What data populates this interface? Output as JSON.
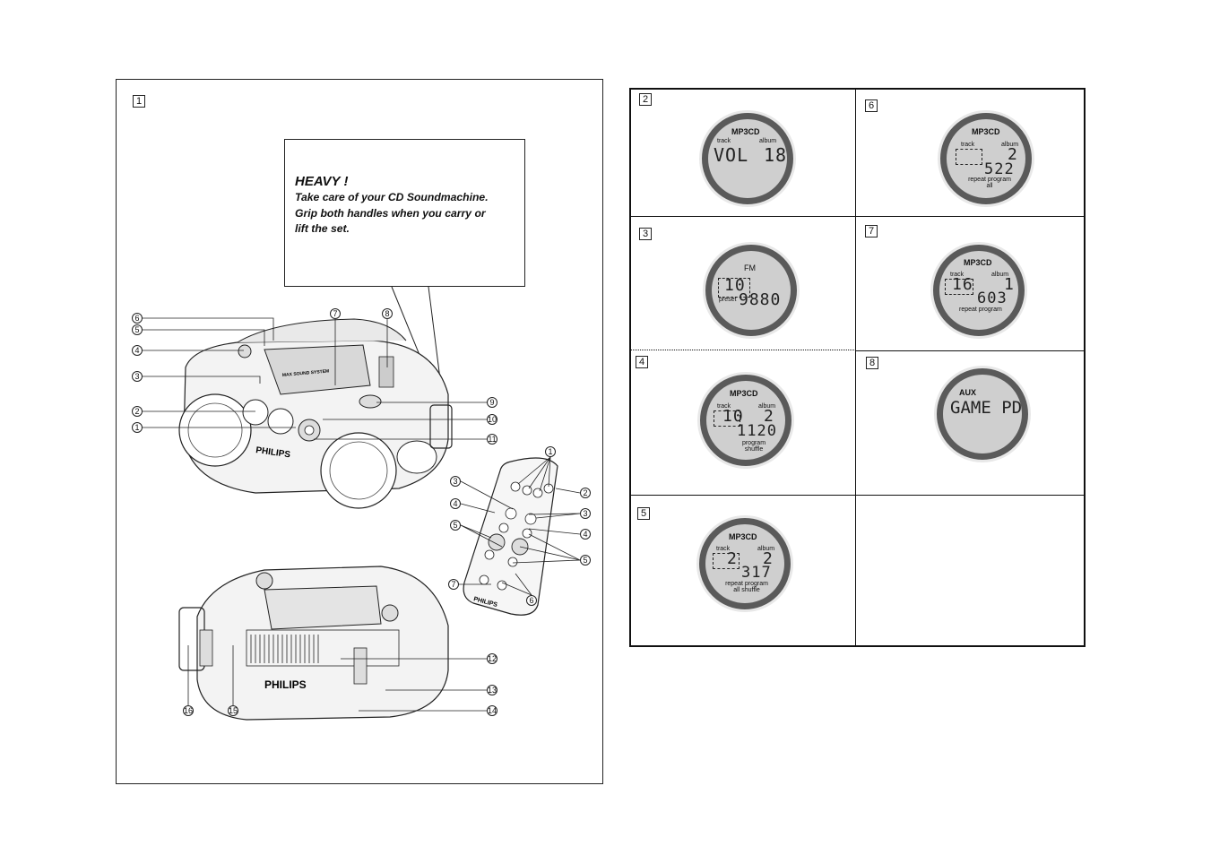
{
  "figure1": {
    "number": "1",
    "warning": {
      "title": "HEAVY !",
      "lines": [
        "Take care of your CD Soundmachine.",
        "Grip both handles when you carry or",
        "lift the set."
      ]
    },
    "brand": "PHILIPS",
    "device_label": "MAX SOUND SYSTEM",
    "callouts_main": [
      "6",
      "5",
      "4",
      "3",
      "2",
      "1",
      "7",
      "8",
      "9",
      "10",
      "11"
    ],
    "callouts_remote": [
      "1",
      "2",
      "3",
      "3",
      "4",
      "4",
      "5",
      "5",
      "6",
      "7"
    ],
    "callouts_back": [
      "12",
      "13",
      "14",
      "15",
      "16"
    ]
  },
  "displays": [
    {
      "number": "2",
      "header": "MP3CD",
      "left_label": "track",
      "right_label": "album",
      "main": "VOL",
      "value": "18",
      "bottom": ""
    },
    {
      "number": "3",
      "header": "FM",
      "left_label": "preset",
      "right_label": "",
      "main": "10",
      "value": "9880",
      "bottom": ""
    },
    {
      "number": "4",
      "header": "MP3CD",
      "left_label": "track",
      "right_label": "album",
      "main": "10",
      "value": "2",
      "bottom": "1120",
      "flags": "program shuffle"
    },
    {
      "number": "5",
      "header": "MP3CD",
      "left_label": "track",
      "right_label": "album",
      "main": "2",
      "value": "2",
      "bottom": "317",
      "flags": "repeat program all shuffle"
    },
    {
      "number": "6",
      "header": "MP3CD",
      "left_label": "track",
      "right_label": "album",
      "main": "",
      "value": "2",
      "bottom": "522",
      "flags": "repeat program all"
    },
    {
      "number": "7",
      "header": "MP3CD",
      "left_label": "track",
      "right_label": "album",
      "main": "16",
      "value": "1",
      "bottom": "603",
      "flags": "repeat program"
    },
    {
      "number": "8",
      "header": "AUX",
      "left_label": "",
      "right_label": "",
      "main": "GAME PD",
      "value": "",
      "bottom": ""
    }
  ]
}
